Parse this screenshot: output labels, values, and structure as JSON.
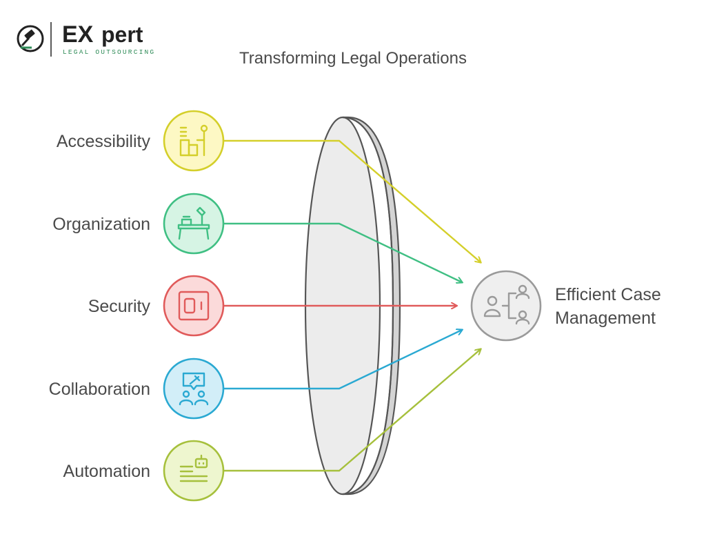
{
  "logo": {
    "brand_ex": "EX",
    "brand_pert": "pert",
    "tagline": "LEGAL OUTSOURCING",
    "accent": "#2e8b57",
    "dark": "#222222"
  },
  "diagram": {
    "title": "Transforming Legal Operations",
    "inputs": [
      {
        "label": "Accessibility",
        "icon": "desk-lamp-icon",
        "color": "#d4cf2a",
        "fill": "#fdf8c4"
      },
      {
        "label": "Organization",
        "icon": "desk-icon",
        "color": "#3fbf83",
        "fill": "#d6f4e4"
      },
      {
        "label": "Security",
        "icon": "safe-icon",
        "color": "#e05a5a",
        "fill": "#fbdada"
      },
      {
        "label": "Collaboration",
        "icon": "team-chat-icon",
        "color": "#2aa9d2",
        "fill": "#d2eef8"
      },
      {
        "label": "Automation",
        "icon": "robot-document-icon",
        "color": "#a6c03c",
        "fill": "#eef6cf"
      }
    ],
    "output": {
      "line1": "Efficient Case",
      "line2": "Management",
      "icon": "org-chart-people-icon",
      "color": "#9a9a9a",
      "fill": "#efefef"
    }
  }
}
